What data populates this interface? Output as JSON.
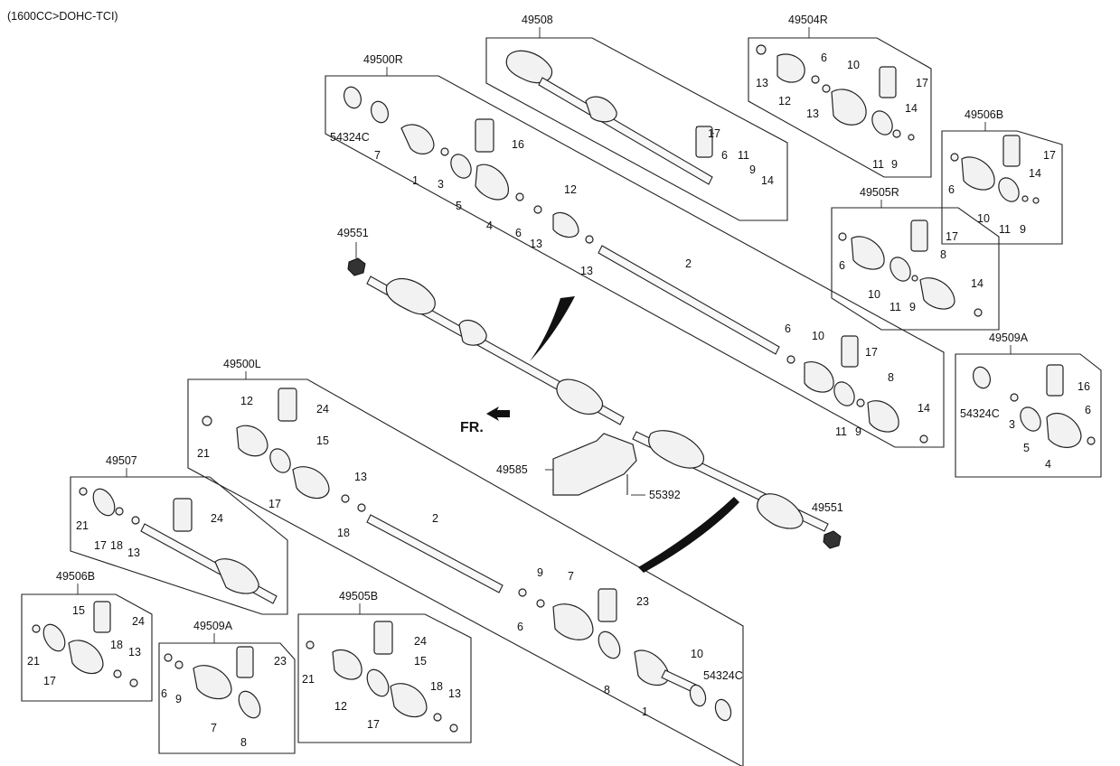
{
  "header": {
    "engine": "(1600CC>DOHC-TCI)"
  },
  "direction": {
    "label": "FR."
  },
  "groups": {
    "g49508": "49508",
    "g49504R": "49504R",
    "g49500R": "49500R",
    "g49506B_r": "49506B",
    "g49505R": "49505R",
    "g49509A_r": "49509A",
    "g49500L": "49500L",
    "g49507": "49507",
    "g49506B_l": "49506B",
    "g49509A_l": "49509A",
    "g49505B": "49505B"
  },
  "labels": {
    "p49551a": "49551",
    "p49551b": "49551",
    "p49585": "49585",
    "p55392": "55392",
    "c54324a": "54324C",
    "c54324b": "54324C",
    "c54324c": "54324C",
    "n1": "1",
    "n2": "2",
    "n3": "3",
    "n4": "4",
    "n5": "5",
    "n6": "6",
    "n7": "7",
    "n8": "8",
    "n9": "9",
    "n10": "10",
    "n11": "11",
    "n12": "12",
    "n13": "13",
    "n14": "14",
    "n15": "15",
    "n16": "16",
    "n17": "17",
    "n18": "18",
    "n21": "21",
    "n23": "23",
    "n24": "24"
  }
}
